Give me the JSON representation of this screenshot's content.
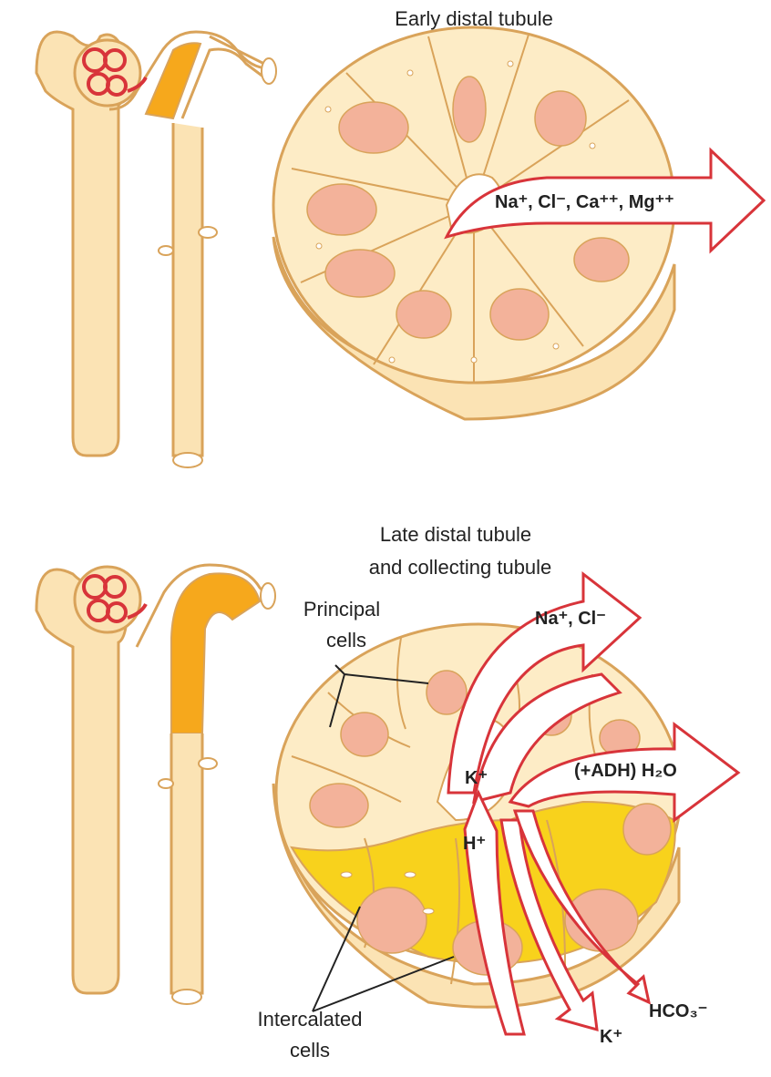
{
  "panels": [
    {
      "title": "Early distal tubule",
      "ions": "Na⁺, Cl⁻, Ca⁺⁺, Mg⁺⁺"
    },
    {
      "title_line1": "Late distal tubule",
      "title_line2": "and collecting tubule",
      "principal_line1": "Principal",
      "principal_line2": "cells",
      "intercalated_line1": "Intercalated",
      "intercalated_line2": "cells",
      "ion_nacl": "Na⁺, Cl⁻",
      "ion_k_in": "K⁺",
      "ion_h2o": "(+ADH) H₂O",
      "ion_h": "H⁺",
      "ion_k_out": "K⁺",
      "ion_hco3": "HCO₃⁻"
    }
  ],
  "colors": {
    "tubule_fill": "#fbe3b4",
    "tubule_stroke": "#d9a35a",
    "highlight_segment": "#f6a81c",
    "glomerulus": "#d8343a",
    "nucleus": "#f3b29a",
    "intercalated_fill": "#f8d21c",
    "arrow_stroke": "#d8343a",
    "lumen": "#ffffff"
  }
}
